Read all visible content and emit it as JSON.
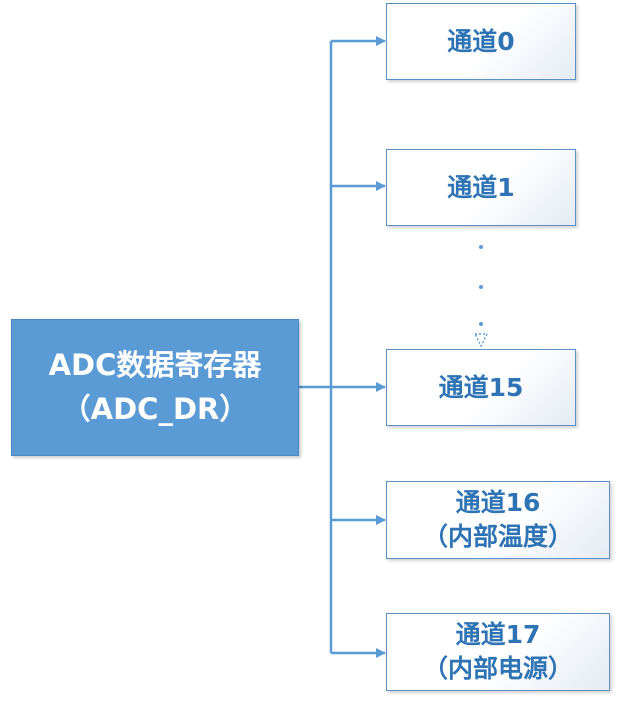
{
  "colors": {
    "accent": "#5b9bd5",
    "connector": "#5b9bd5",
    "box_border": "#5b8fc9",
    "box_text": "#2e74b5"
  },
  "register": {
    "line1": "ADC数据寄存器",
    "line2": "（ADC_DR）"
  },
  "channels": [
    {
      "line1": "通道0",
      "line2": ""
    },
    {
      "line1": "通道1",
      "line2": ""
    },
    {
      "line1": "通道15",
      "line2": ""
    },
    {
      "line1": "通道16",
      "line2": "（内部温度）"
    },
    {
      "line1": "通道17",
      "line2": "（内部电源）"
    }
  ],
  "ellipsis": "⋮"
}
